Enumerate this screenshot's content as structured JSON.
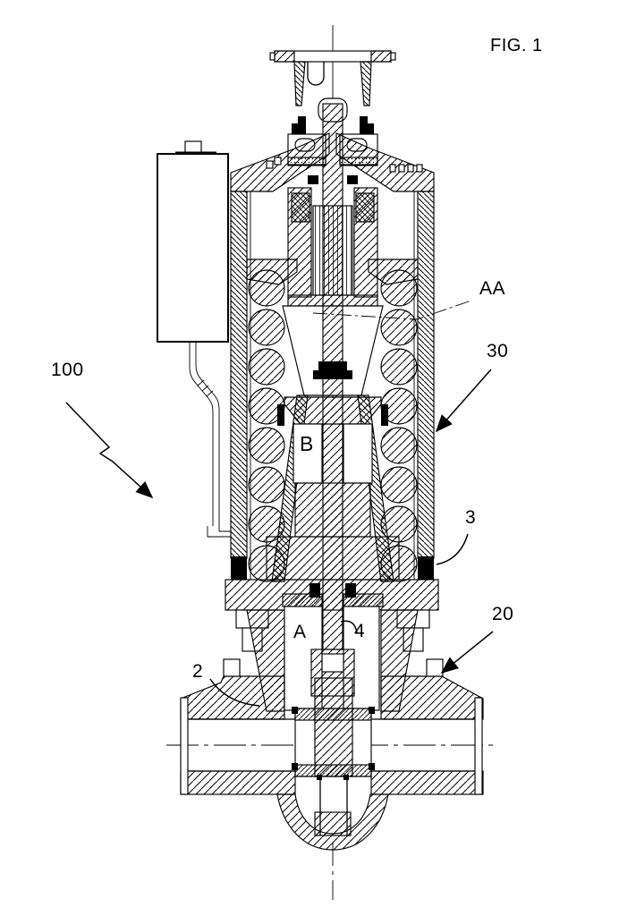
{
  "figure": {
    "title": "FIG. 1",
    "type": "patent-cross-section-drawing",
    "ink_color": "#000000",
    "paper_color": "#ffffff"
  },
  "labels": {
    "ref_100": "100",
    "ref_AA": "AA",
    "ref_30": "30",
    "ref_3": "3",
    "ref_20": "20",
    "ref_2": "2",
    "ref_A": "A",
    "ref_4": "4",
    "ref_B": "B"
  }
}
